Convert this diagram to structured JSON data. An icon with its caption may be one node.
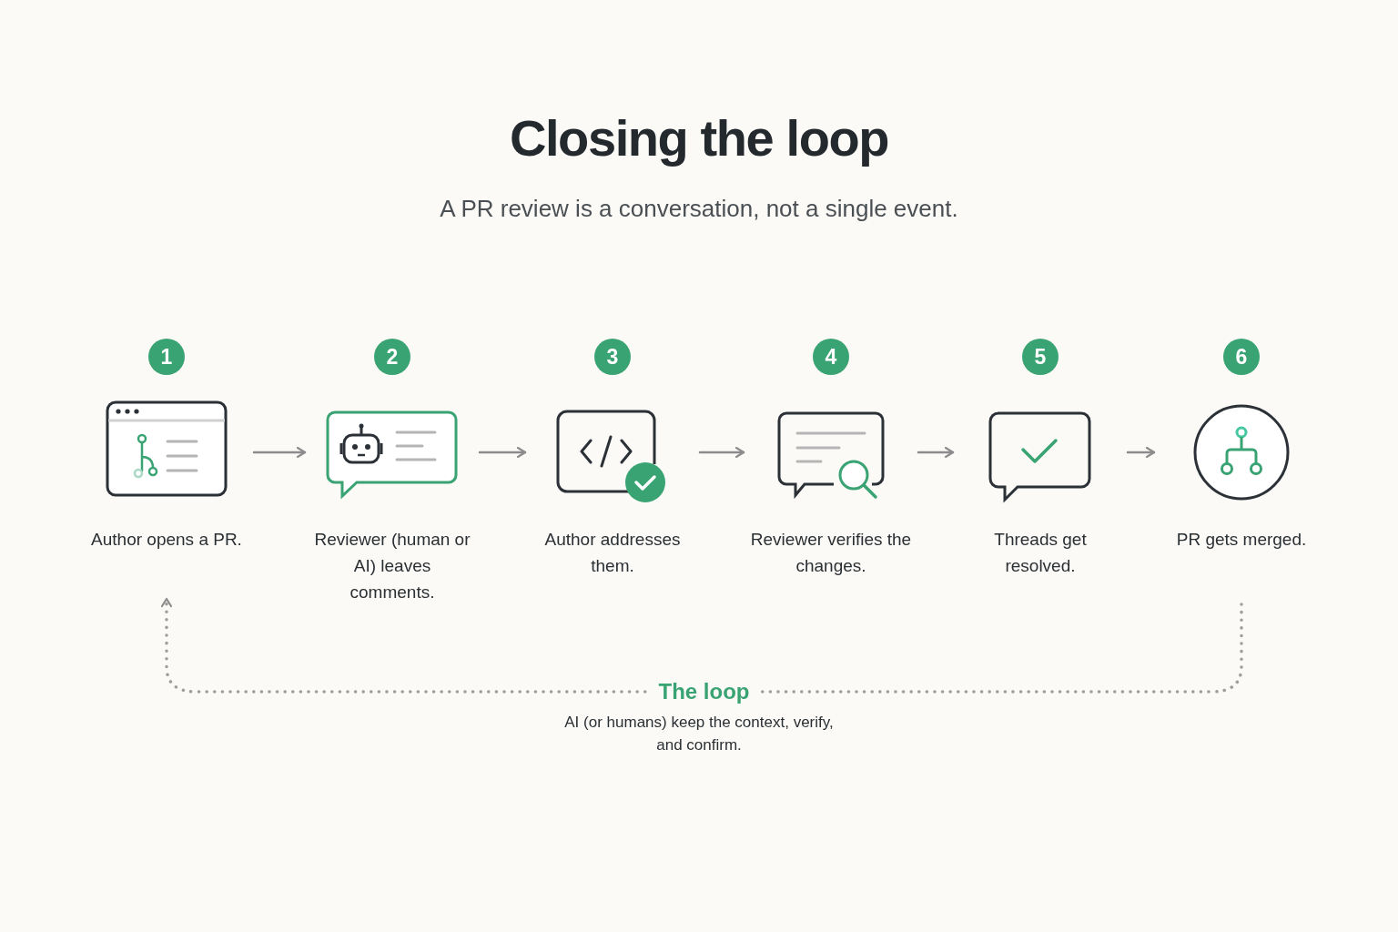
{
  "diagram": {
    "title": "Closing the loop",
    "nodes": [
      {
        "text": [
          "1",
          "Author opens a PR."
        ]
      },
      {
        "text": [
          "2",
          "Reviewer (human or AI) leaves comments."
        ]
      },
      {
        "text": [
          "3",
          "Author addresses them."
        ]
      },
      {
        "text": [
          "4",
          "Reviewer verifies the changes."
        ]
      },
      {
        "text": [
          "5",
          "Threads get resolved."
        ]
      },
      {
        "text": [
          "6",
          "PR gets merged."
        ]
      }
    ],
    "edges": [
      {
        "from": 0,
        "to": 1,
        "arrow": "to"
      },
      {
        "from": 1,
        "to": 2,
        "arrow": "to"
      },
      {
        "from": 2,
        "to": 3,
        "arrow": "to"
      },
      {
        "from": 3,
        "to": 4,
        "arrow": "to"
      },
      {
        "from": 4,
        "to": 5,
        "arrow": "to"
      },
      {
        "from": 5,
        "to": 0,
        "arrow": "to",
        "style": "dashed",
        "label": "The loop"
      }
    ],
    "labels": [
      "A PR review is a conversation, not a single event.",
      "AI (or humans) keep the context, verify, and confirm."
    ]
  }
}
